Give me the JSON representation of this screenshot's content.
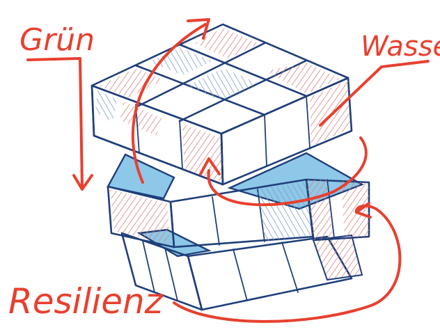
{
  "labels": {
    "top_left": "Grün",
    "top_right": "Wasser",
    "bottom_left": "Resilienz"
  },
  "colors": {
    "annotation_red": "#e8402f",
    "outline_blue": "#1f3f7a",
    "light_blue_fill": "#8ec8e8",
    "hatch_red": "#d9807a",
    "hatch_blue": "#7b9ac8"
  },
  "icons": {
    "cube": "rubiks-cube-icon"
  }
}
